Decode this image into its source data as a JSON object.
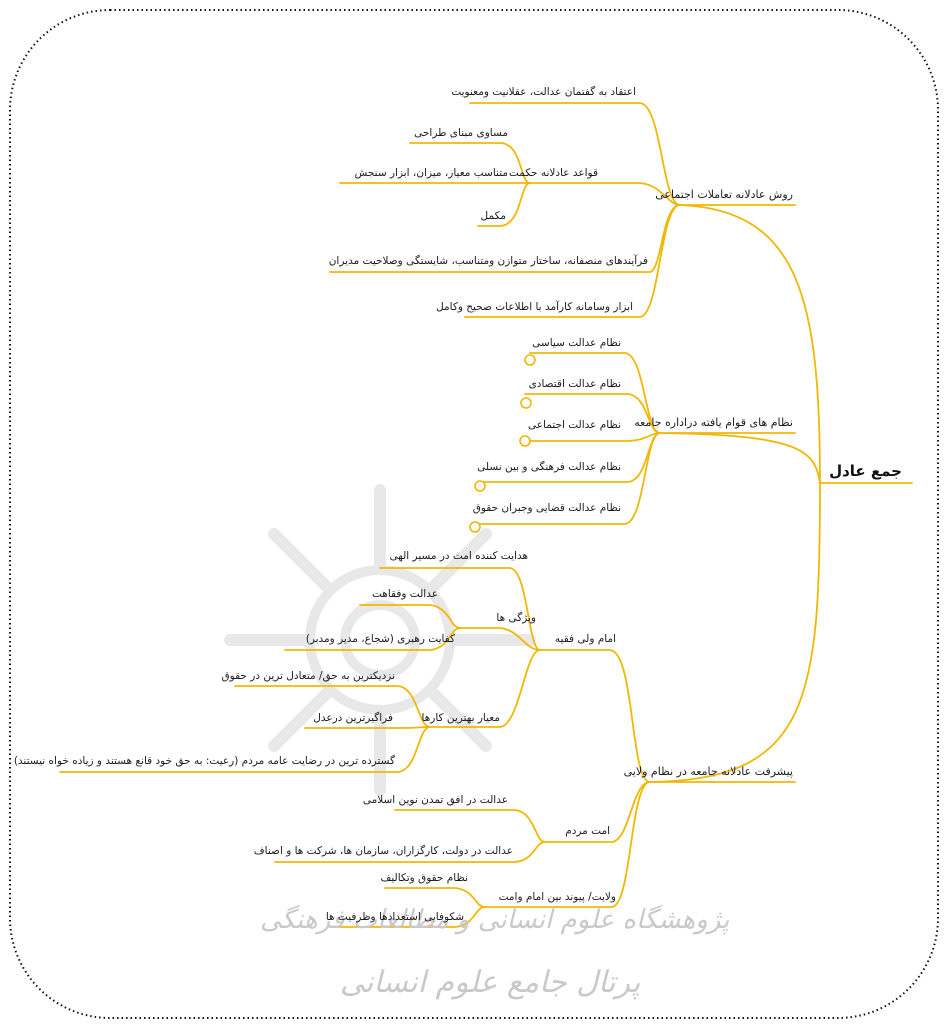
{
  "root": "جمع عادل",
  "branches": [
    {
      "label": "روش عادلانه تعاملات اجتماعی",
      "children": [
        {
          "label": "اعتقاد به گفتمان عدالت، عقلانیت ومعنویت"
        },
        {
          "label": "قواعد عادلانه  حکمت",
          "children": [
            {
              "label": "مساوی   مبنای طراحی"
            },
            {
              "label": "متناسب   معیار، میزان، ابزار سنجش"
            },
            {
              "label": "مکمل"
            }
          ]
        },
        {
          "label": "فرآیندهای منصفانه، ساختار متوازن ومتناسب، شایستگی وصلاحیت مدیران"
        },
        {
          "label": "ابزار وسامانه کارآمد با اطلاعات صحیح وکامل"
        }
      ]
    },
    {
      "label": "نظام های قوام یافته دراداره جامعه",
      "children": [
        {
          "label": "نظام عدالت سیاسی"
        },
        {
          "label": "نظام عدالت اقتصادی"
        },
        {
          "label": "نظام عدالت اجتماعی"
        },
        {
          "label": "نظام عدالت فرهنگی و بین نسلی"
        },
        {
          "label": "نظام عدالت قضایی وجبران حقوق"
        }
      ]
    },
    {
      "label": "پیشرفت عادلانه جامعه در نظام ولایی",
      "children": [
        {
          "label": "امام   ولی فقیه",
          "children": [
            {
              "label": "هدایت کننده امت در مسیر الهی"
            },
            {
              "label": "ویژگی ها",
              "children": [
                {
                  "label": "عدالت وفقاهت"
                },
                {
                  "label": "کفایت رهبری (شجاع، مدیر ومدبر)"
                }
              ]
            },
            {
              "label": "معیار بهترین کارها",
              "children": [
                {
                  "label": "نزدیکترین به حق/ متعادل ترین در حقوق"
                },
                {
                  "label": "فراگیرترین درعدل"
                },
                {
                  "label": "گسترده ترین در رضایت عامه مردم (رعیت: به حق خود قانع هستند و زیاده خواه نیستند)"
                }
              ]
            }
          ]
        },
        {
          "label": "امت   مردم",
          "children": [
            {
              "label": "عدالت در افق تمدن نوین اسلامی"
            },
            {
              "label": "عدالت در دولت، کارگزاران، سازمان ها، شرکت ها و اصناف"
            }
          ]
        },
        {
          "label": "ولایت/ پیوند بین امام وامت",
          "children": [
            {
              "label": "نظام حقوق وتکالیف"
            },
            {
              "label": "شکوفایی استعدادها وظرفیت ها"
            }
          ]
        }
      ]
    }
  ],
  "watermark": {
    "line1": "پژوهشگاه علوم انسانی و مطالعات فرهنگی",
    "line2": "پرتال جامع علوم انسانی"
  },
  "colors": {
    "branch": "#f2b705",
    "marker": "#f2b705",
    "border": "#111111",
    "watermark": "#c8c8c8"
  }
}
